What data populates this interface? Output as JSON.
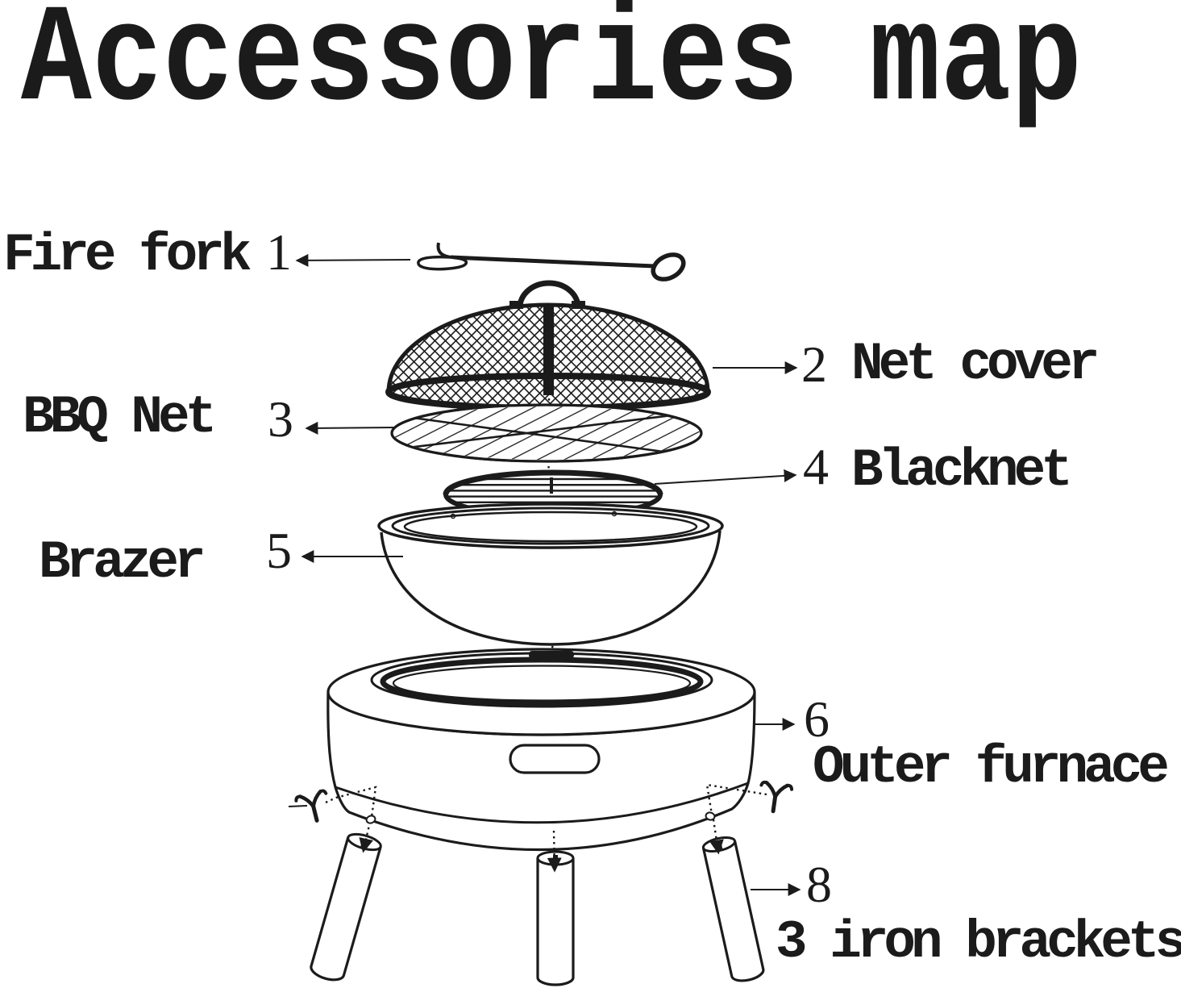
{
  "title": "Accessories map",
  "colors": {
    "ink": "#1b1b1b",
    "background": "#ffffff"
  },
  "parts": [
    {
      "id": "fire-fork",
      "number": "1",
      "label": "Fire fork",
      "label_side": "left"
    },
    {
      "id": "net-cover",
      "number": "2",
      "label": "Net cover",
      "label_side": "right"
    },
    {
      "id": "bbq-net",
      "number": "3",
      "label": "BBQ Net",
      "label_side": "left"
    },
    {
      "id": "blacknet",
      "number": "4",
      "label": "Blacknet",
      "label_side": "right"
    },
    {
      "id": "brazer",
      "number": "5",
      "label": "Brazer",
      "label_side": "left"
    },
    {
      "id": "outer-furnace",
      "number": "6",
      "label": "Outer furnace",
      "label_side": "right"
    },
    {
      "id": "iron-brackets",
      "number": "8",
      "label": "3 iron brackets",
      "label_side": "right"
    }
  ]
}
